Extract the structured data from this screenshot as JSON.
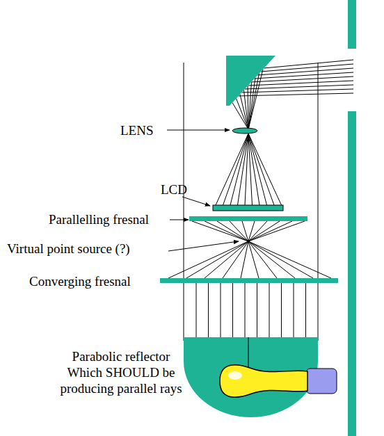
{
  "diagram": {
    "labels": [
      "LENS",
      "LCD",
      "Parallelling fresnal",
      "Virtual point source (?)",
      "Converging fresnal",
      "Parabolic reflector Which SHOULD be producing parallel rays"
    ]
  }
}
